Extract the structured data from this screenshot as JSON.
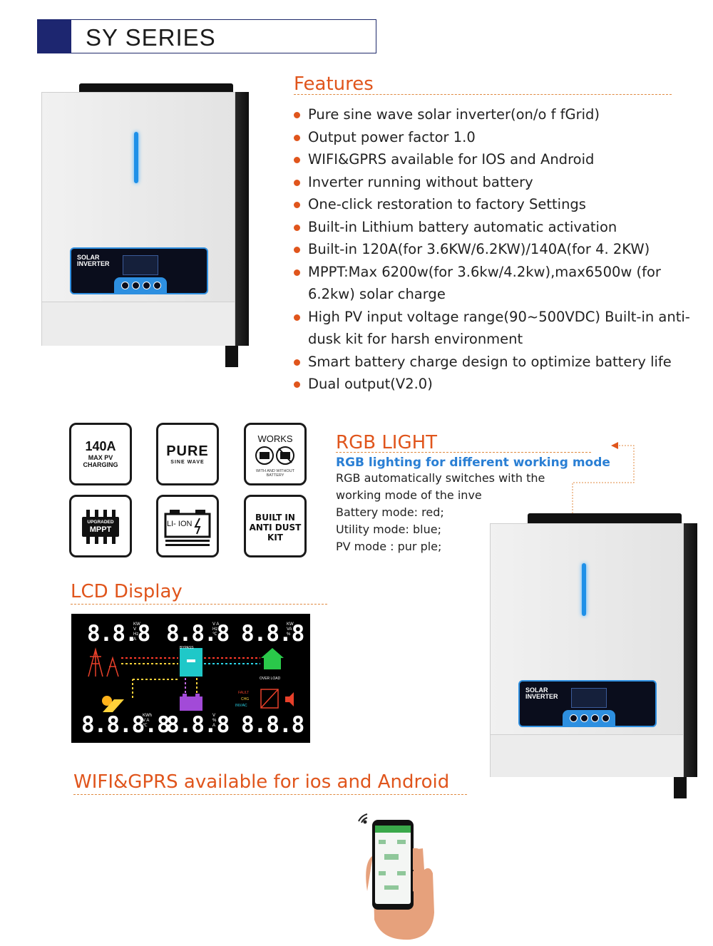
{
  "header": {
    "title": "SY SERIES"
  },
  "features": {
    "title": "Features",
    "items": [
      "Pure sine wave solar inverter(on/o f fGrid)",
      "Output power factor 1.0",
      "WIFI&GPRS available for IOS and Android",
      "Inverter running without battery",
      "One-click restoration to factory Settings",
      "Built-in Lithium battery automatic activation",
      "Built-in 120A(for 3.6KW/6.2KW)/140A(for 4. 2KW)",
      "MPPT:Max 6200w(for 3.6kw/4.2kw),max6500w (for 6.2kw) solar charge",
      "High PV input voltage range(90~500VDC) Built-in anti-dusk kit for harsh environment",
      "Smart battery charge design to optimize battery life",
      "Dual output(V2.0)"
    ]
  },
  "inverter": {
    "panel_label_1": "SOLAR",
    "panel_label_2": "INVERTER"
  },
  "icons": {
    "charging": {
      "big": "140A",
      "line1": "MAX PV",
      "line2": "CHARGING"
    },
    "pure": {
      "big": "PURE",
      "small": "SINE WAVE"
    },
    "works": {
      "title": "WORKS",
      "caption": "WITH AND WITHOUT BATTERY"
    },
    "mppt": {
      "line1": "UPGRADED",
      "line2": "MPPT"
    },
    "liion": {
      "label": "LI- ION"
    },
    "dust": {
      "line1": "BUILT IN",
      "line2": "ANTI DUST",
      "line3": "KIT"
    }
  },
  "rgb": {
    "title": "RGB LIGHT",
    "subtitle": "RGB lighting for different working mode",
    "lines": [
      "RGB automatically switches with the",
      "working mode of the inve",
      "Battery mode: red;",
      "Utility mode: blue;",
      "PV mode : pur ple;"
    ]
  },
  "lcd": {
    "title": "LCD Display",
    "seg3": "8.8.8",
    "seg4": "8.8.8.8",
    "units_a": "KW V Hz A",
    "units_b": "V A Hz ℃",
    "units_c": "KW VA %",
    "units_d": "KWh V A ℃",
    "units_e": "V % A",
    "bypass": "BYPASS",
    "overload": "OVER LOAD",
    "fault": "FAULT",
    "chg": "CHG",
    "invac": "INV/AC"
  },
  "wifi": {
    "title": "WIFI&GPRS available for ios and Android"
  },
  "colors": {
    "accent": "#e0551c",
    "navy": "#1d2670",
    "blue_sub": "#2a7fd4"
  }
}
